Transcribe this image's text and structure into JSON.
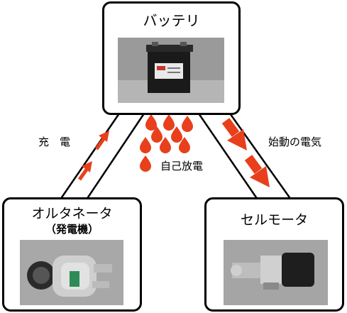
{
  "nodes": {
    "battery": {
      "label": "バッテリ"
    },
    "alternator": {
      "label": "オルタネータ",
      "sublabel": "（発電機）"
    },
    "starter": {
      "label": "セルモータ"
    }
  },
  "edges": {
    "charge": {
      "label": "充　電"
    },
    "starting": {
      "label": "始動の電気"
    },
    "discharge": {
      "label": "自己放電"
    }
  },
  "colors": {
    "arrow": "#e8401c",
    "drop": "#e8401c",
    "border": "#000000"
  }
}
